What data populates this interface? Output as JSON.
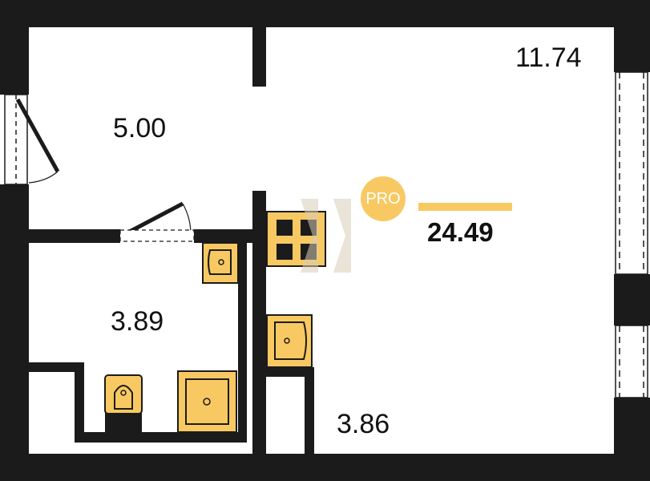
{
  "colors": {
    "wall": "#1b1b1b",
    "fixture": "#f8c962",
    "accent": "#f8c962",
    "floor": "#ffffff",
    "watermark": "#ece3d3"
  },
  "rooms": {
    "main_room_area": "11.74",
    "hallway_area": "5.00",
    "bathroom_area": "3.89",
    "kitchen_area": "3.86"
  },
  "summary": {
    "badge": "PRO",
    "total_area": "24.49"
  },
  "icons": [
    "door-swing-icon",
    "window-icon",
    "sink-icon",
    "toilet-icon",
    "shower-icon",
    "stove-icon"
  ]
}
